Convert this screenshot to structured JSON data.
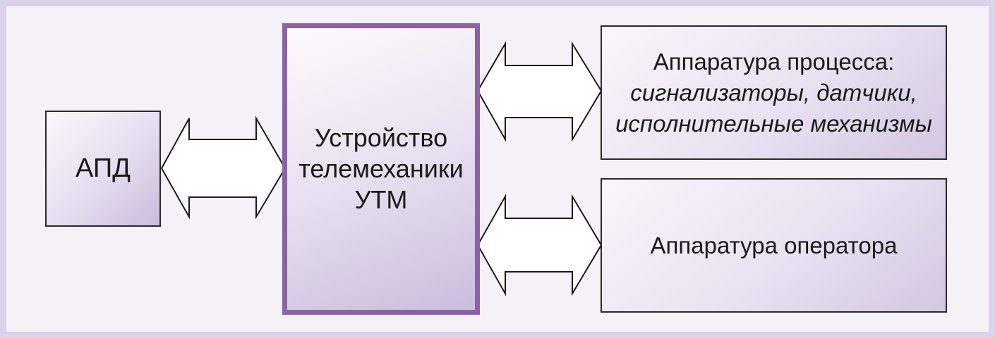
{
  "blocks": {
    "apd": {
      "label": "АПД"
    },
    "utm": {
      "lines": [
        "Устройство",
        "телемеханики",
        "УТМ"
      ]
    },
    "process": {
      "title": "Аппаратура процесса:",
      "details": [
        "сигнализаторы, датчики,",
        "исполнительные механизмы"
      ]
    },
    "operator": {
      "label": "Аппаратура оператора"
    }
  },
  "colors": {
    "frame_border": "#dcd2ea",
    "utm_border": "#8a62a6",
    "box_fill_dark": "#cbbcdc"
  }
}
